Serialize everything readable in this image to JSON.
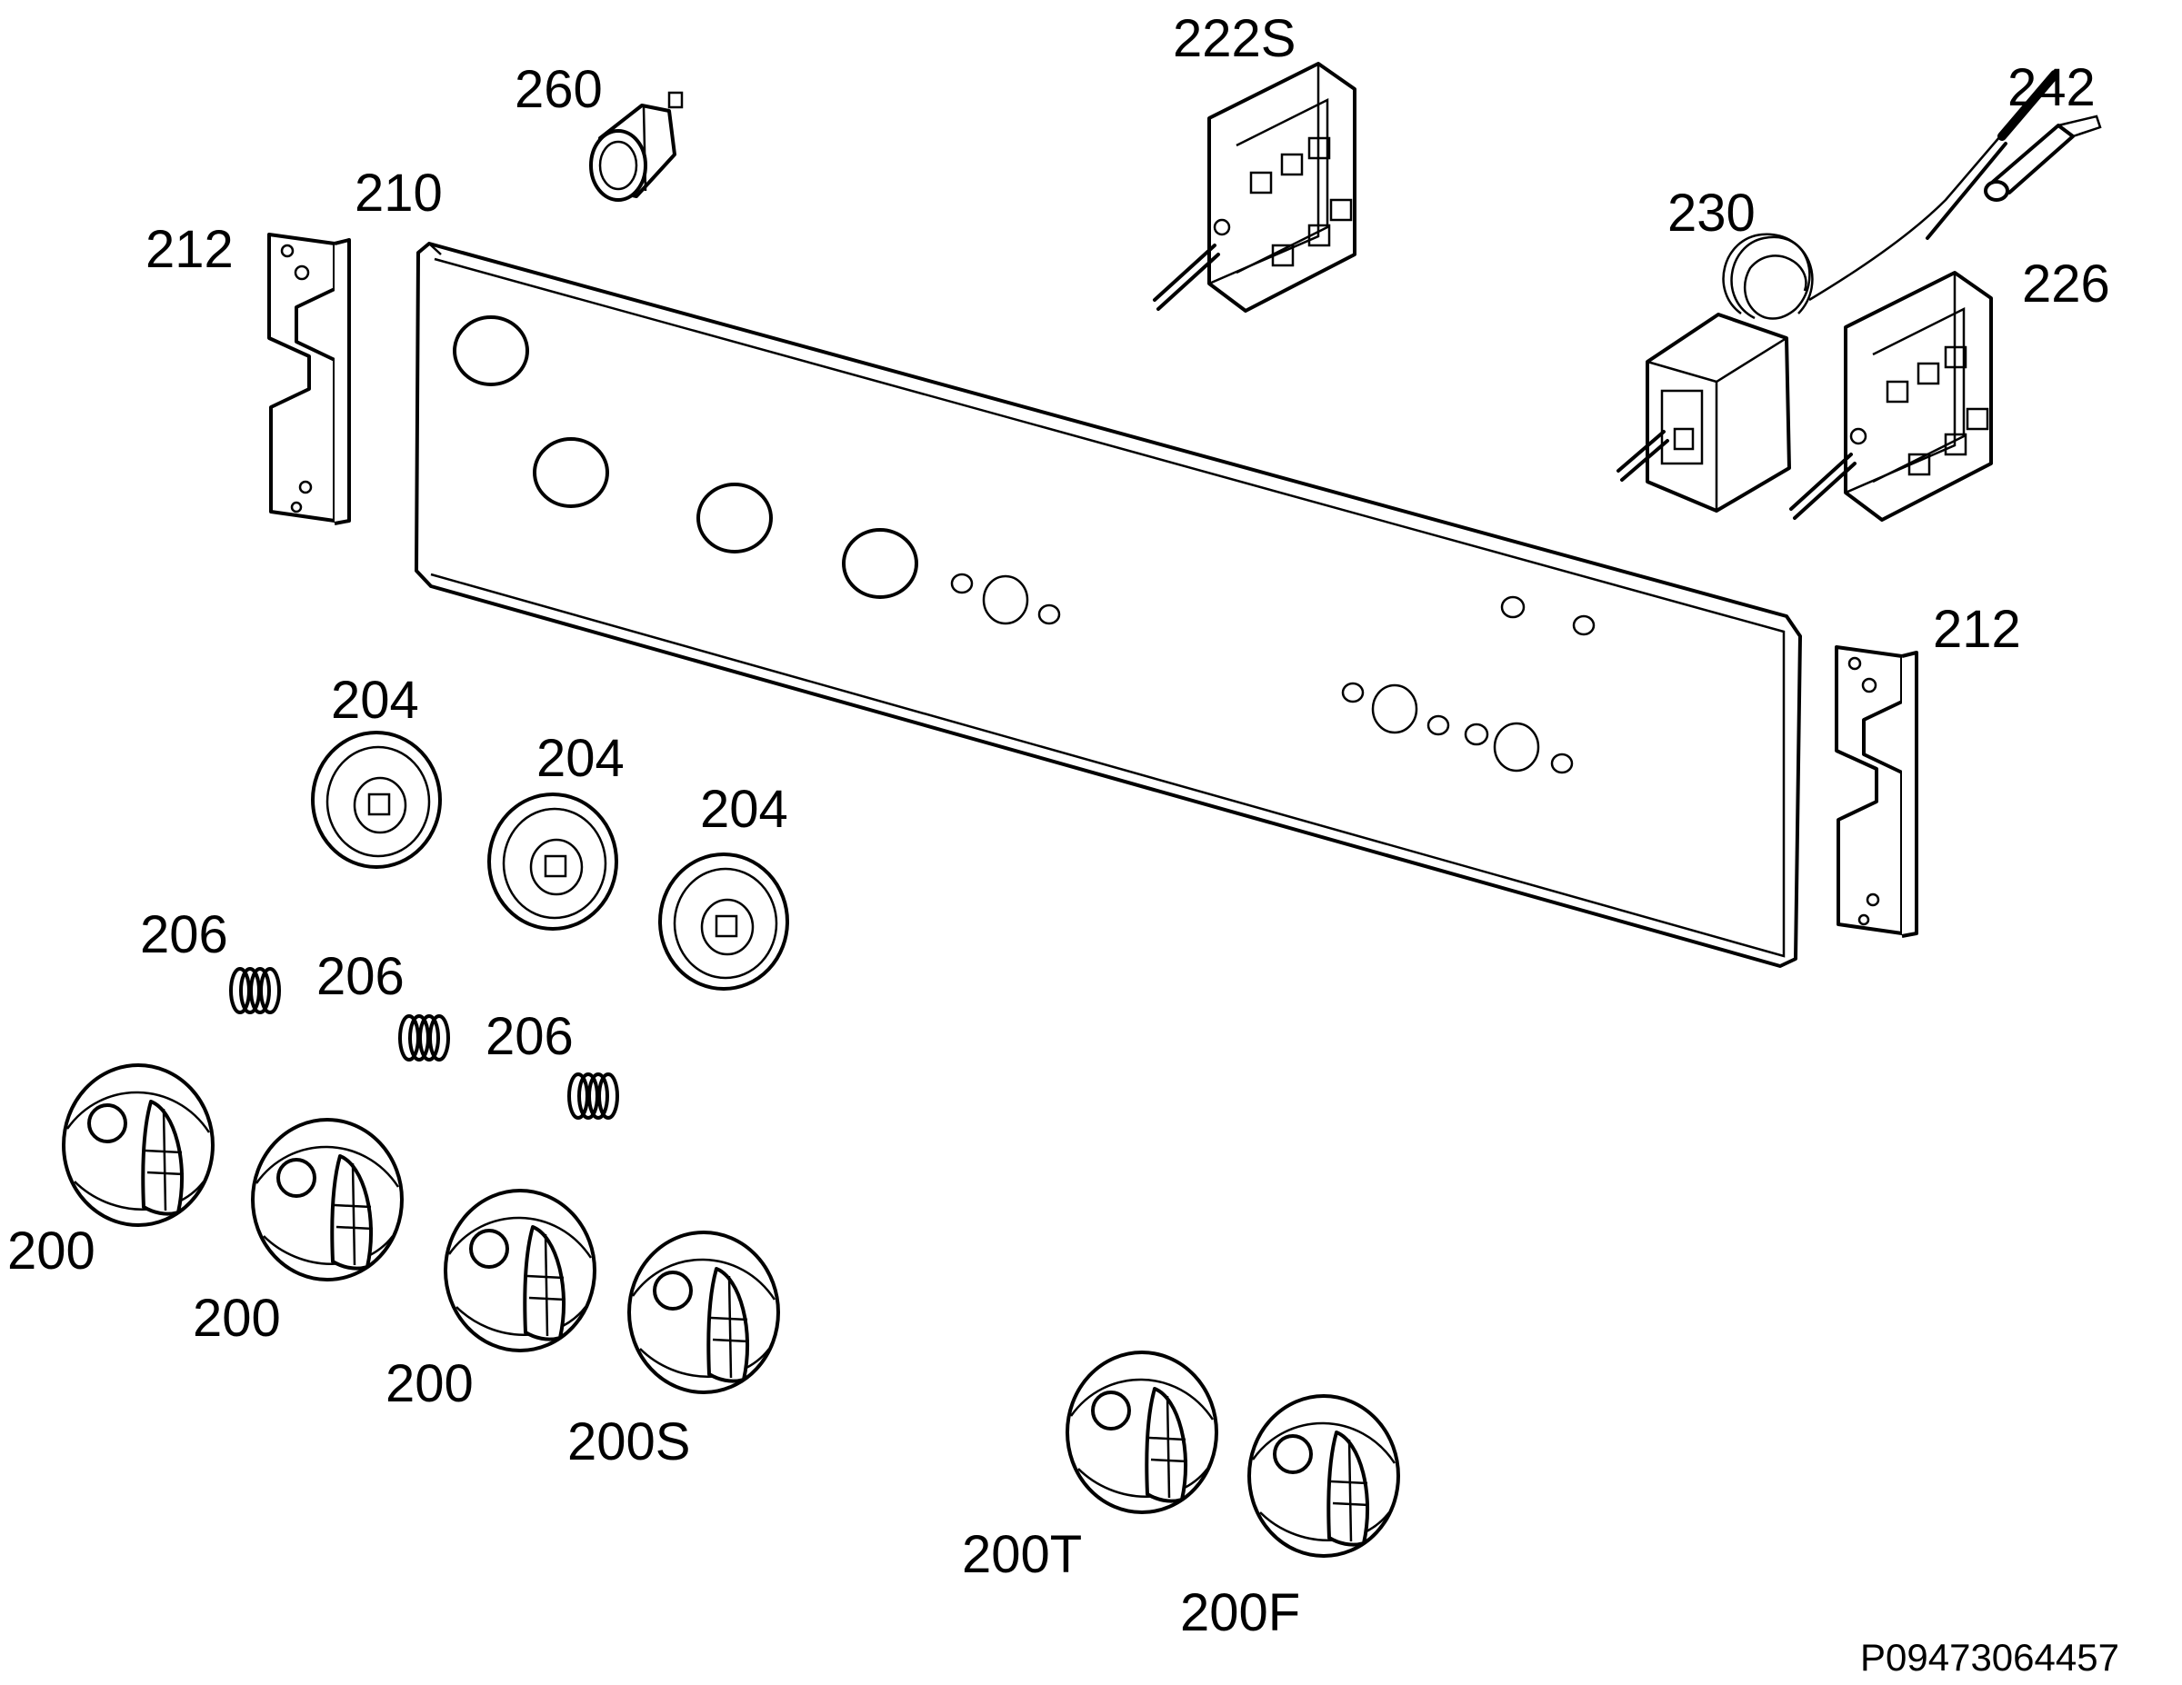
{
  "diagram": {
    "labels": {
      "l222S": "222S",
      "l260": "260",
      "l242": "242",
      "l210": "210",
      "l212a": "212",
      "l230": "230",
      "l226": "226",
      "l212b": "212",
      "l204a": "204",
      "l204b": "204",
      "l204c": "204",
      "l206a": "206",
      "l206b": "206",
      "l206c": "206",
      "l200a": "200",
      "l200b": "200",
      "l200c": "200",
      "l200S": "200S",
      "l200T": "200T",
      "l200F": "200F"
    },
    "drawing_code": "P09473064457"
  }
}
